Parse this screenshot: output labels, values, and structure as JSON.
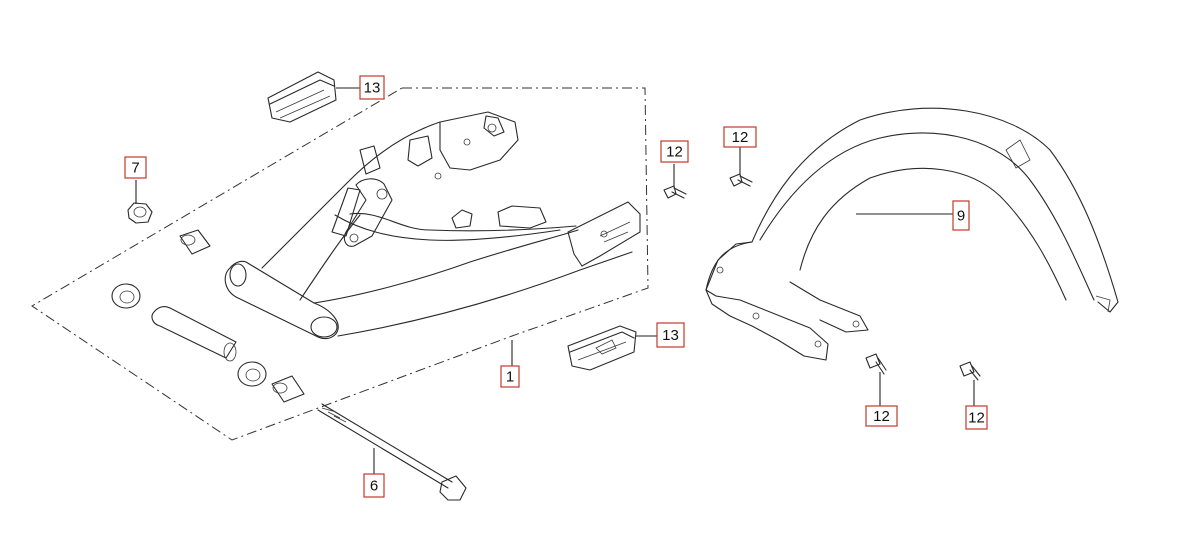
{
  "accent_color": "#c0392b",
  "callouts": [
    {
      "id": "c13a",
      "label": "13"
    },
    {
      "id": "c7",
      "label": "7"
    },
    {
      "id": "c12a",
      "label": "12"
    },
    {
      "id": "c12b",
      "label": "12"
    },
    {
      "id": "c9",
      "label": "9"
    },
    {
      "id": "c13b",
      "label": "13"
    },
    {
      "id": "c1",
      "label": "1"
    },
    {
      "id": "c6",
      "label": "6"
    },
    {
      "id": "c12c",
      "label": "12"
    },
    {
      "id": "c12d",
      "label": "12"
    }
  ],
  "parts": [
    {
      "name": "swing-arm",
      "icon": "swingarm-icon"
    },
    {
      "name": "bolt",
      "icon": "bolt-icon"
    },
    {
      "name": "nut",
      "icon": "nut-icon"
    },
    {
      "name": "mudguard",
      "icon": "mudguard-icon"
    },
    {
      "name": "screw",
      "icon": "screw-icon"
    },
    {
      "name": "pad",
      "icon": "pad-icon"
    }
  ]
}
